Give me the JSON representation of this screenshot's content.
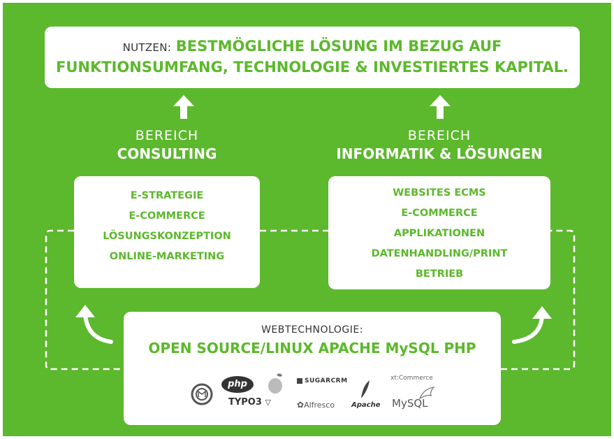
{
  "benefit": {
    "label": "NUTZEN:",
    "title_line1": "BESTMÖGLICHE LÖSUNG IM BEZUG AUF",
    "title_line2": "FUNKTIONSUMFANG, TECHNOLOGIE & INVESTIERTES KAPITAL."
  },
  "consulting": {
    "prefix": "BEREICH",
    "title": "CONSULTING",
    "items": [
      "E-STRATEGIE",
      "E-COMMERCE",
      "LÖSUNGSKONZEPTION",
      "ONLINE-MARKETING"
    ]
  },
  "informatik": {
    "prefix": "BEREICH",
    "title": "INFORMATIK & LÖSUNGEN",
    "items": [
      "WEBSITES ECMS",
      "E-COMMERCE",
      "APPLIKATIONEN",
      "DATENHANDLING/PRINT",
      "BETRIEB"
    ]
  },
  "webtech": {
    "label": "WEBTECHNOLOGIE:",
    "stack": "OPEN SOURCE/LINUX APACHE MySQL PHP",
    "logos": {
      "php": "php",
      "typo3": "TYPO3",
      "sugarcrm": "SUGARCRM",
      "xtcommerce": "xt:Commerce",
      "alfresco": "Alfresco",
      "apache": "Apache",
      "mysql": "MySQL"
    }
  },
  "colors": {
    "background": "#5cb82c",
    "accent": "#5cb82c",
    "box": "#ffffff",
    "label_text": "#333333"
  }
}
